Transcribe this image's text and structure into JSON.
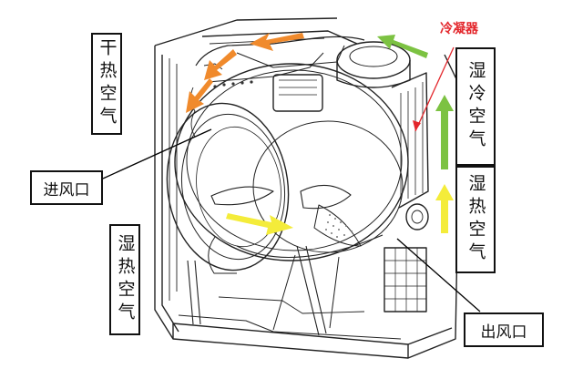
{
  "labels": {
    "dry_hot_air": "干热空气",
    "air_inlet": "进风口",
    "humid_hot_air_left": "湿热空气",
    "condenser": "冷凝器",
    "humid_cold_air": "湿冷空气",
    "humid_hot_air_right": "湿热空气",
    "air_outlet": "出风口"
  },
  "colors": {
    "dry_air_arrow": "#f08a2c",
    "hot_humid_arrow": "#f4ec3a",
    "cold_humid_arrow": "#7cc242",
    "condenser_text": "#e3262b",
    "line_art": "#222222"
  }
}
